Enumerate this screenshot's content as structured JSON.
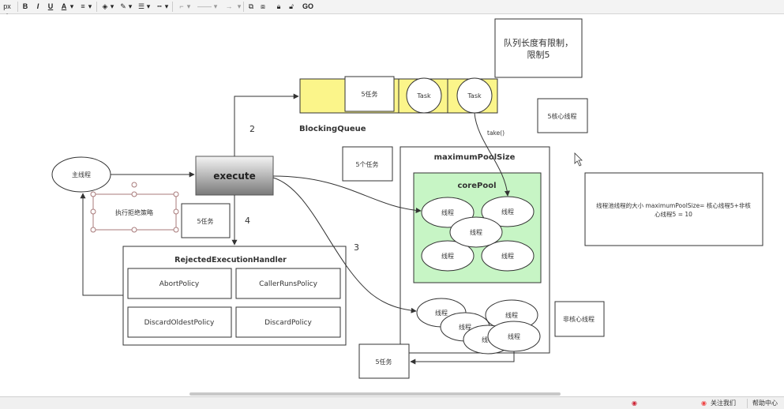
{
  "toolbar": {
    "font_size": "px",
    "bold": "B",
    "italic": "I",
    "underline": "U",
    "font_color": "A",
    "link": "GO"
  },
  "diagram": {
    "note_queue_limit_line1": "队列长度有限制，",
    "note_queue_limit_line2": "限制5",
    "queue_tasks_5": "5任务",
    "task1": "Task",
    "task2": "Task",
    "blocking_queue": "BlockingQueue",
    "take": "take()",
    "core_threads_5": "5核心线程",
    "main_thread": "主线程",
    "reject_policy": "执行拒绝策略",
    "execute": "execute",
    "num_2": "2",
    "num_4": "4",
    "num_3": "3",
    "tasks_5_left": "5任务",
    "tasks_5_mid": "5个任务",
    "max_pool_size": "maximumPoolSize",
    "core_pool": "corePool",
    "thread": "线程",
    "pool_size_line1": "线程池线程的大小 maximumPoolSize= 核心线程5+非核",
    "pool_size_line2": "心线程5 = 10",
    "rejected_handler": "RejectedExecutionHandler",
    "abort_policy": "AbortPolicy",
    "caller_runs_policy": "CallerRunsPolicy",
    "discard_oldest_policy": "DiscardOldestPolicy",
    "discard_policy": "DiscardPolicy",
    "non_core_threads": "非核心线程",
    "tasks_5_bottom": "5任务"
  },
  "statusbar": {
    "follow_us": "关注我们",
    "help_center": "帮助中心"
  },
  "colors": {
    "queue_fill": "#fbf58a",
    "core_pool_fill": "#c7f5c5",
    "execute_dark": "#7a7a7a",
    "execute_light": "#f2f2f2",
    "line": "#333333"
  }
}
